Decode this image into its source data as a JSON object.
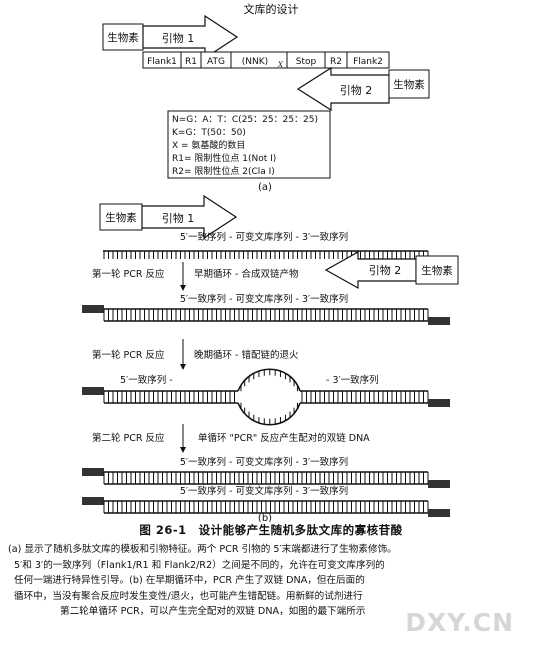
{
  "part_a": {
    "title": "文库的设计",
    "biotin_left": "生物素",
    "primer1": "引物 1",
    "segments": [
      "Flank1",
      "R1",
      "ATG",
      "(NNK)",
      "Stop",
      "R2",
      "Flank2"
    ],
    "nnk_subscript": "X",
    "biotin_right": "生物素",
    "primer2": "引物 2",
    "legend": [
      "N=G：A：T：C(25：25：25：25)",
      "K=G：T(50：50)",
      "X = 氨基酸的数目",
      "R1= 限制性位点 1(Not Ⅰ)",
      "R2= 限制性位点 2(Cla Ⅰ)"
    ],
    "label": "(a)"
  },
  "part_b": {
    "biotin_top": "生物素",
    "primer1": "引物 1",
    "seq_label": "5′一致序列 - 可变文库序列 - 3′一致序列",
    "round1_label": "第一轮 PCR 反应",
    "early_label": "早期循环 - 合成双链产物",
    "primer2": "引物 2",
    "biotin_right": "生物素",
    "late_label": "晚期循环 - 错配链的退火",
    "left_partial": "5′一致序列 -",
    "right_partial": "- 3′一致序列",
    "round2_label": "第二轮 PCR 反应",
    "single_label": "单循环 \"PCR\" 反应产生配对的双链 DNA",
    "label": "(b)"
  },
  "caption": {
    "title": "图 26-1　设计能够产生随机多肽文库的寡核苷酸",
    "lines": [
      "(a) 显示了随机多肽文库的模板和引物特征。两个 PCR 引物的 5′末端都进行了生物素修饰。",
      "5′和 3′的一致序列（Flank1/R1 和 Flank2/R2）之间是不同的，允许在可变文库序列的",
      "任何一端进行特异性引导。(b) 在早期循环中，PCR 产生了双链 DNA，但在后面的",
      "循环中，当没有聚合反应时发生变性/退火，也可能产生错配链。用新鲜的试剂进行",
      "第二轮单循环 PCR，可以产生完全配对的双链 DNA，如图的最下端所示"
    ]
  },
  "watermark": "DXY.CN"
}
